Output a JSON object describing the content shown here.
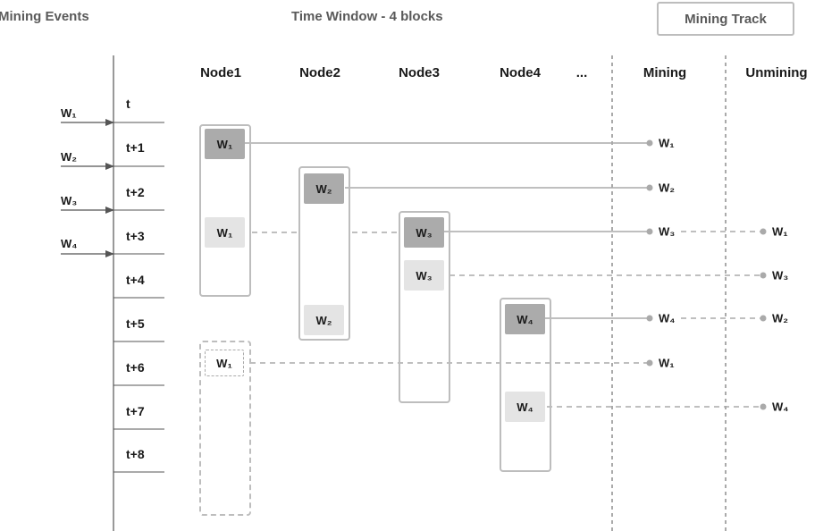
{
  "header": {
    "mining_events": "Mining Events",
    "time_window": "Time Window - 4 blocks",
    "mining_track": "Mining Track"
  },
  "columns": {
    "node1": "Node1",
    "node2": "Node2",
    "node3": "Node3",
    "node4": "Node4",
    "more": "...",
    "mining": "Mining",
    "unmining": "Unmining"
  },
  "timeline": [
    "t",
    "t+1",
    "t+2",
    "t+3",
    "t+4",
    "t+5",
    "t+6",
    "t+7",
    "t+8"
  ],
  "events": [
    "W₁",
    "W₂",
    "W₃",
    "W₄"
  ],
  "blocks": {
    "n1_w1_mined": "W₁",
    "n1_w1_expired": "W₁",
    "n1_w1_ghost": "W₁",
    "n2_w2_mined": "W₂",
    "n2_w2_expired": "W₂",
    "n3_w3_mined": "W₃",
    "n3_w3_expired": "W₃",
    "n4_w4_mined": "W₄",
    "n4_w4_expired": "W₄"
  },
  "mining_outputs": [
    "W₁",
    "W₂",
    "W₃",
    "W₄",
    "W₁"
  ],
  "unmining_outputs": [
    "W₁",
    "W₃",
    "W₂",
    "W₄"
  ],
  "colors": {
    "dark_block": "#ababab",
    "light_block": "#e4e4e4",
    "line": "#aaaaaa",
    "axis": "#555555"
  }
}
